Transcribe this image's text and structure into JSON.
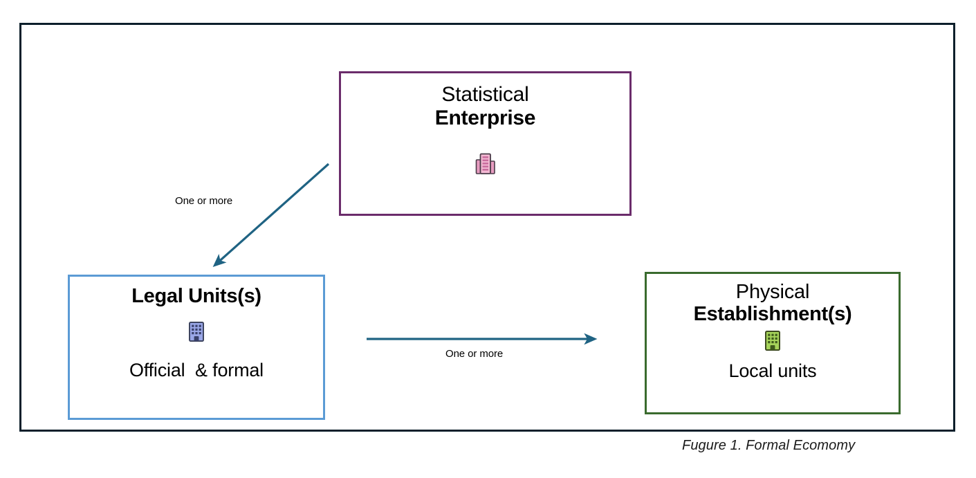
{
  "figure": {
    "caption": "Fugure 1. Formal Ecomomy"
  },
  "frame": {
    "border_color": "#0c1f2b"
  },
  "nodes": {
    "enterprise": {
      "title_line1": "Statistical",
      "title_line2": "Enterprise",
      "icon": "pink-office-building-icon",
      "border_color": "#6b2c6b",
      "icon_color": "#e79cc0"
    },
    "legal_units": {
      "title_line1": "Legal Units(s)",
      "icon": "blue-office-building-icon",
      "subtitle": "Official  & formal",
      "border_color": "#5b9bd5",
      "icon_color": "#9aa7e8"
    },
    "establishments": {
      "title_line1": "Physical",
      "title_line2": "Establishment(s)",
      "icon": "green-office-building-icon",
      "subtitle": "Local units",
      "border_color": "#3a6b2e",
      "icon_color": "#a6d45a"
    }
  },
  "connectors": {
    "enterprise_to_legal": {
      "label": "One or more",
      "color": "#1f6383",
      "direction": "down-left"
    },
    "legal_to_establishment": {
      "label": "One or more",
      "color": "#1f6383",
      "direction": "right"
    }
  }
}
